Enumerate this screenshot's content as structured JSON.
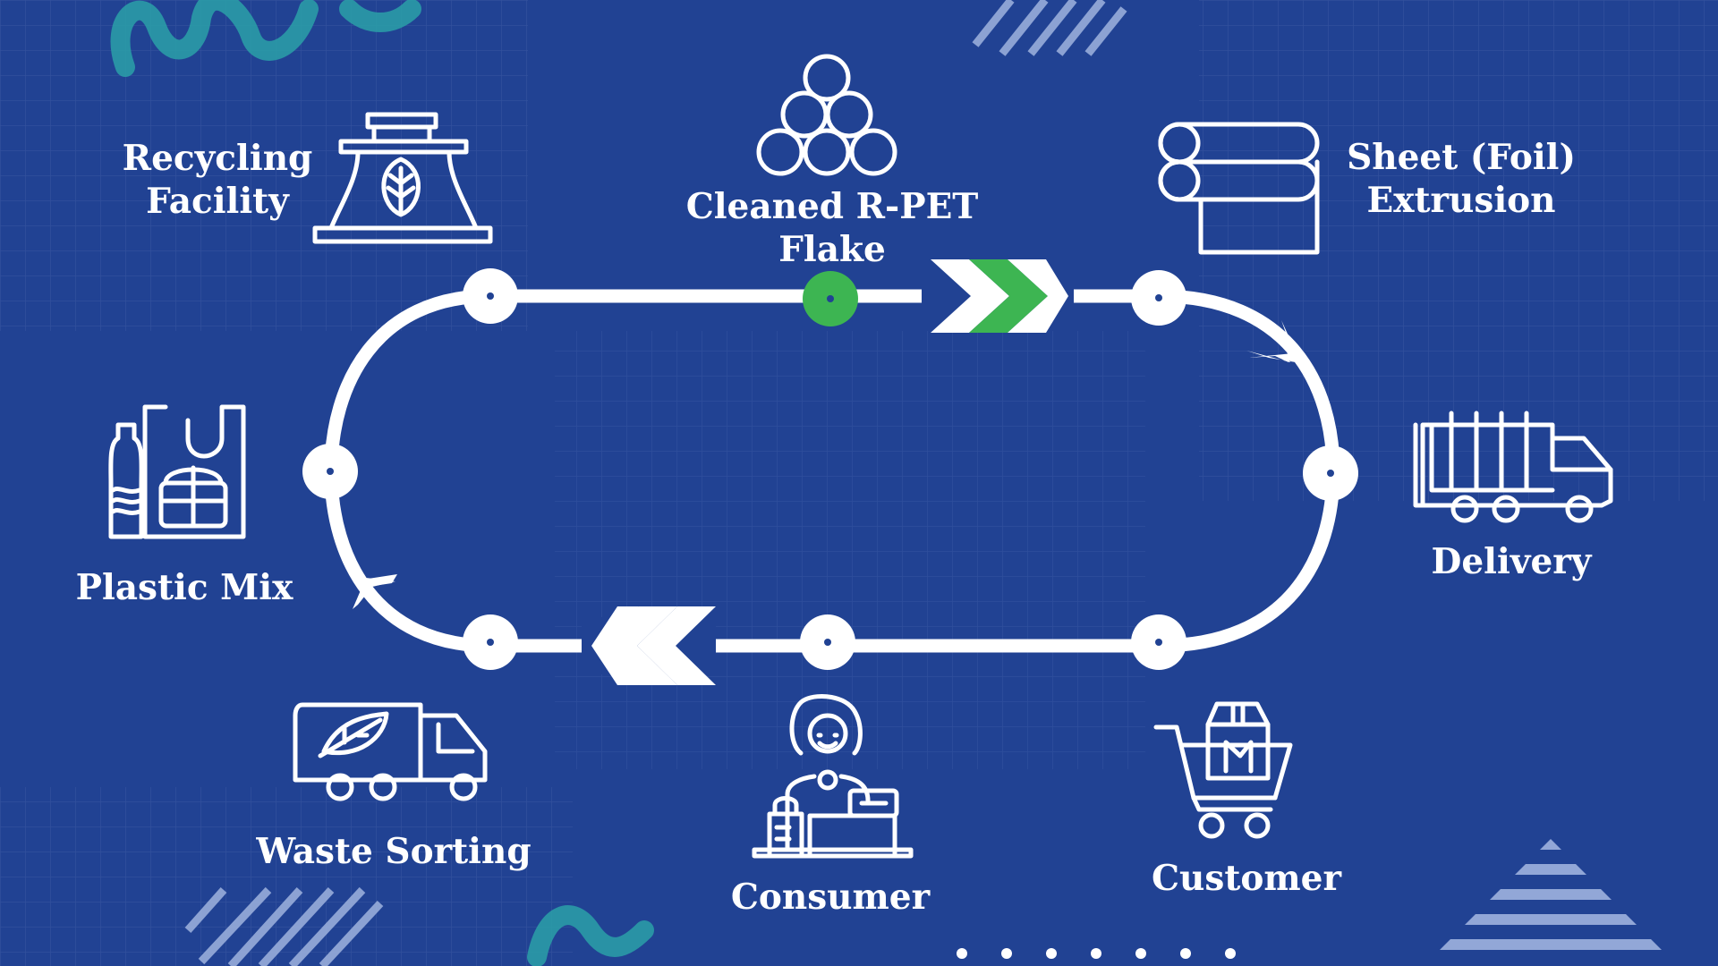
{
  "title": "",
  "colors": {
    "background": "#214293",
    "line": "#ffffff",
    "accent": "#3db552",
    "grid": "#4e6bb0",
    "swirl": "#2aa0a8"
  },
  "stages": [
    {
      "id": "recycling",
      "label": [
        "Recycling",
        "Facility"
      ],
      "icon": "factory-leaf-icon"
    },
    {
      "id": "flake",
      "label": [
        "Cleaned R-PET",
        "Flake"
      ],
      "icon": "stacked-circles-icon"
    },
    {
      "id": "extrusion",
      "label": [
        "Sheet (Foil)",
        "Extrusion"
      ],
      "icon": "foil-roll-icon"
    },
    {
      "id": "delivery",
      "label": [
        "Delivery"
      ],
      "icon": "truck-icon"
    },
    {
      "id": "customer",
      "label": [
        "Customer"
      ],
      "icon": "shopping-cart-icon"
    },
    {
      "id": "consumer",
      "label": [
        "Consumer"
      ],
      "icon": "cashier-icon"
    },
    {
      "id": "waste",
      "label": [
        "Waste Sorting"
      ],
      "icon": "eco-truck-icon"
    },
    {
      "id": "plastic",
      "label": [
        "Plastic Mix"
      ],
      "icon": "bottle-bag-icon"
    }
  ],
  "cycle": {
    "direction": "clockwise",
    "highlighted_stage": "flake"
  }
}
